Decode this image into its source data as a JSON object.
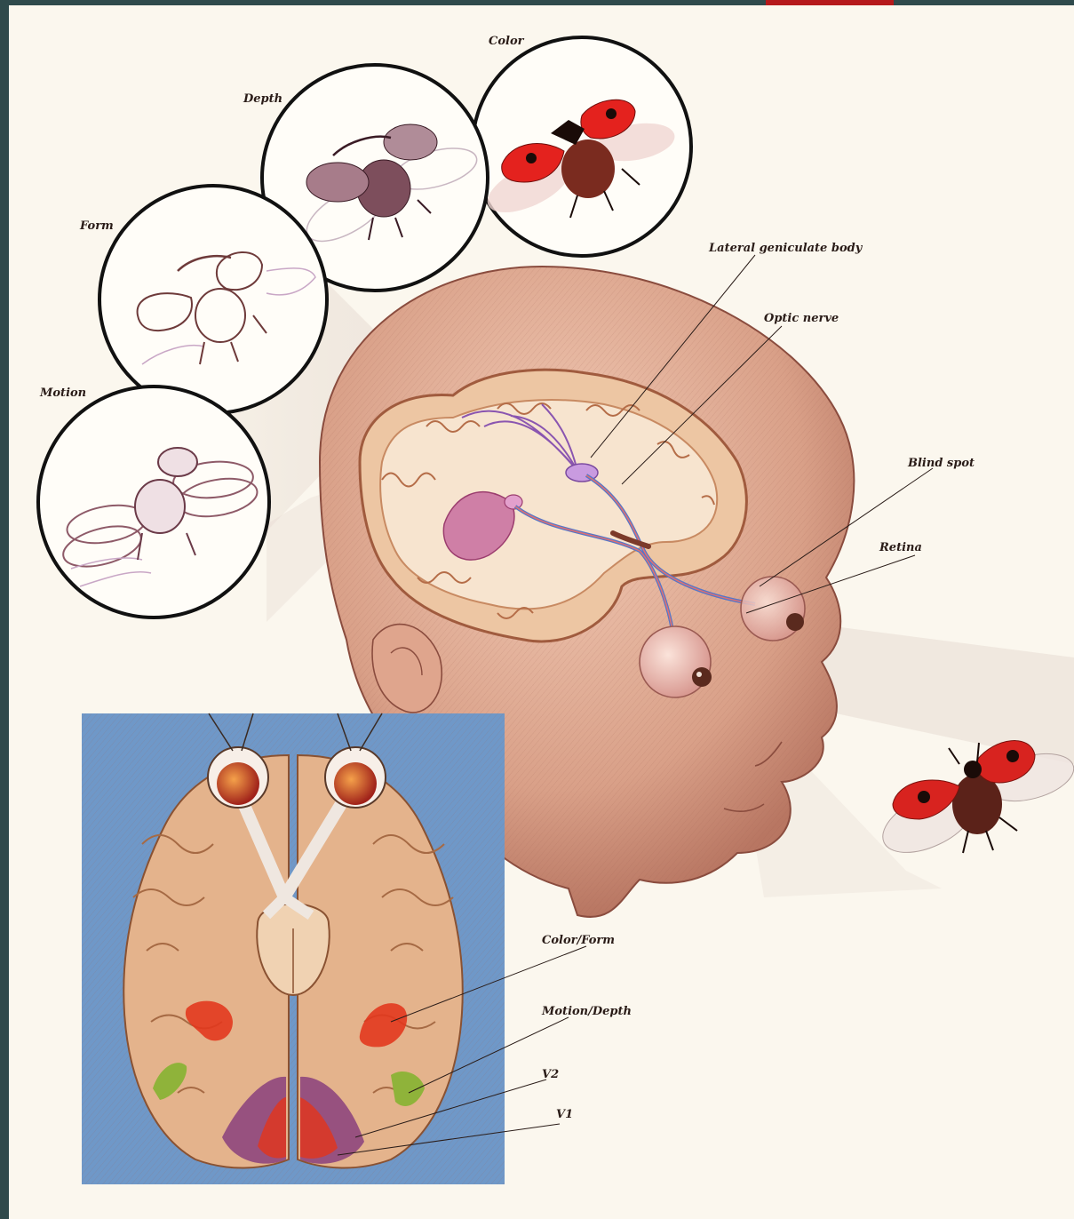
{
  "labels": {
    "color": "Color",
    "depth": "Depth",
    "form": "Form",
    "motion": "Motion",
    "lateral_geniculate_body": "Lateral geniculate body",
    "optic_nerve": "Optic nerve",
    "blind_spot": "Blind spot",
    "retina": "Retina",
    "color_form": "Color/Form",
    "motion_depth": "Motion/Depth",
    "v2": "V2",
    "v1": "V1"
  },
  "colors": {
    "frame": "#2f4a4c",
    "accent": "#b5191b",
    "paper": "#fbf7ee",
    "skin": "#e7b7a1",
    "brain_tissue": "#edc6a3",
    "inset_background": "#6f98c8",
    "ladybug_red": "#d8231f",
    "color_form_area": "#e2381e",
    "motion_depth_area": "#8fb33a",
    "v1_area": "#d43a2e",
    "v2_area": "#8a3f7d"
  },
  "icons": {
    "ladybug": "ladybug-icon",
    "insect_sketch": "insect-sketch-icon"
  }
}
